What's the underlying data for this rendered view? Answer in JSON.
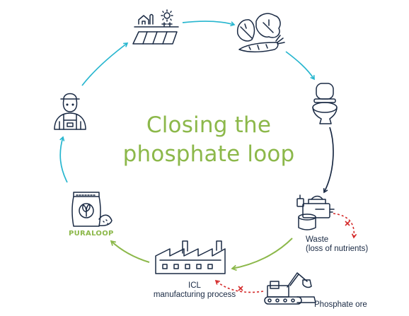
{
  "title": {
    "line1": "Closing the",
    "line2": "phosphate loop"
  },
  "labels": {
    "waste_line1": "Waste",
    "waste_line2": "(loss of nutrients)",
    "icl_line1": "ICL",
    "icl_line2": "manufacturing process",
    "ore": "Phosphate ore",
    "brand": "PURALOOP"
  },
  "colors": {
    "loop_arrow": "#27b6cf",
    "green_arrow": "#8cb84a",
    "red_arrow": "#d42a2a",
    "icon_stroke": "#1a2a44",
    "title": "#8cb84a"
  },
  "icons": [
    "farm-field-icon",
    "vegetables-icon",
    "toilet-icon",
    "waste-treatment-icon",
    "excavator-icon",
    "factory-icon",
    "fertilizer-bag-icon",
    "farmer-icon"
  ]
}
